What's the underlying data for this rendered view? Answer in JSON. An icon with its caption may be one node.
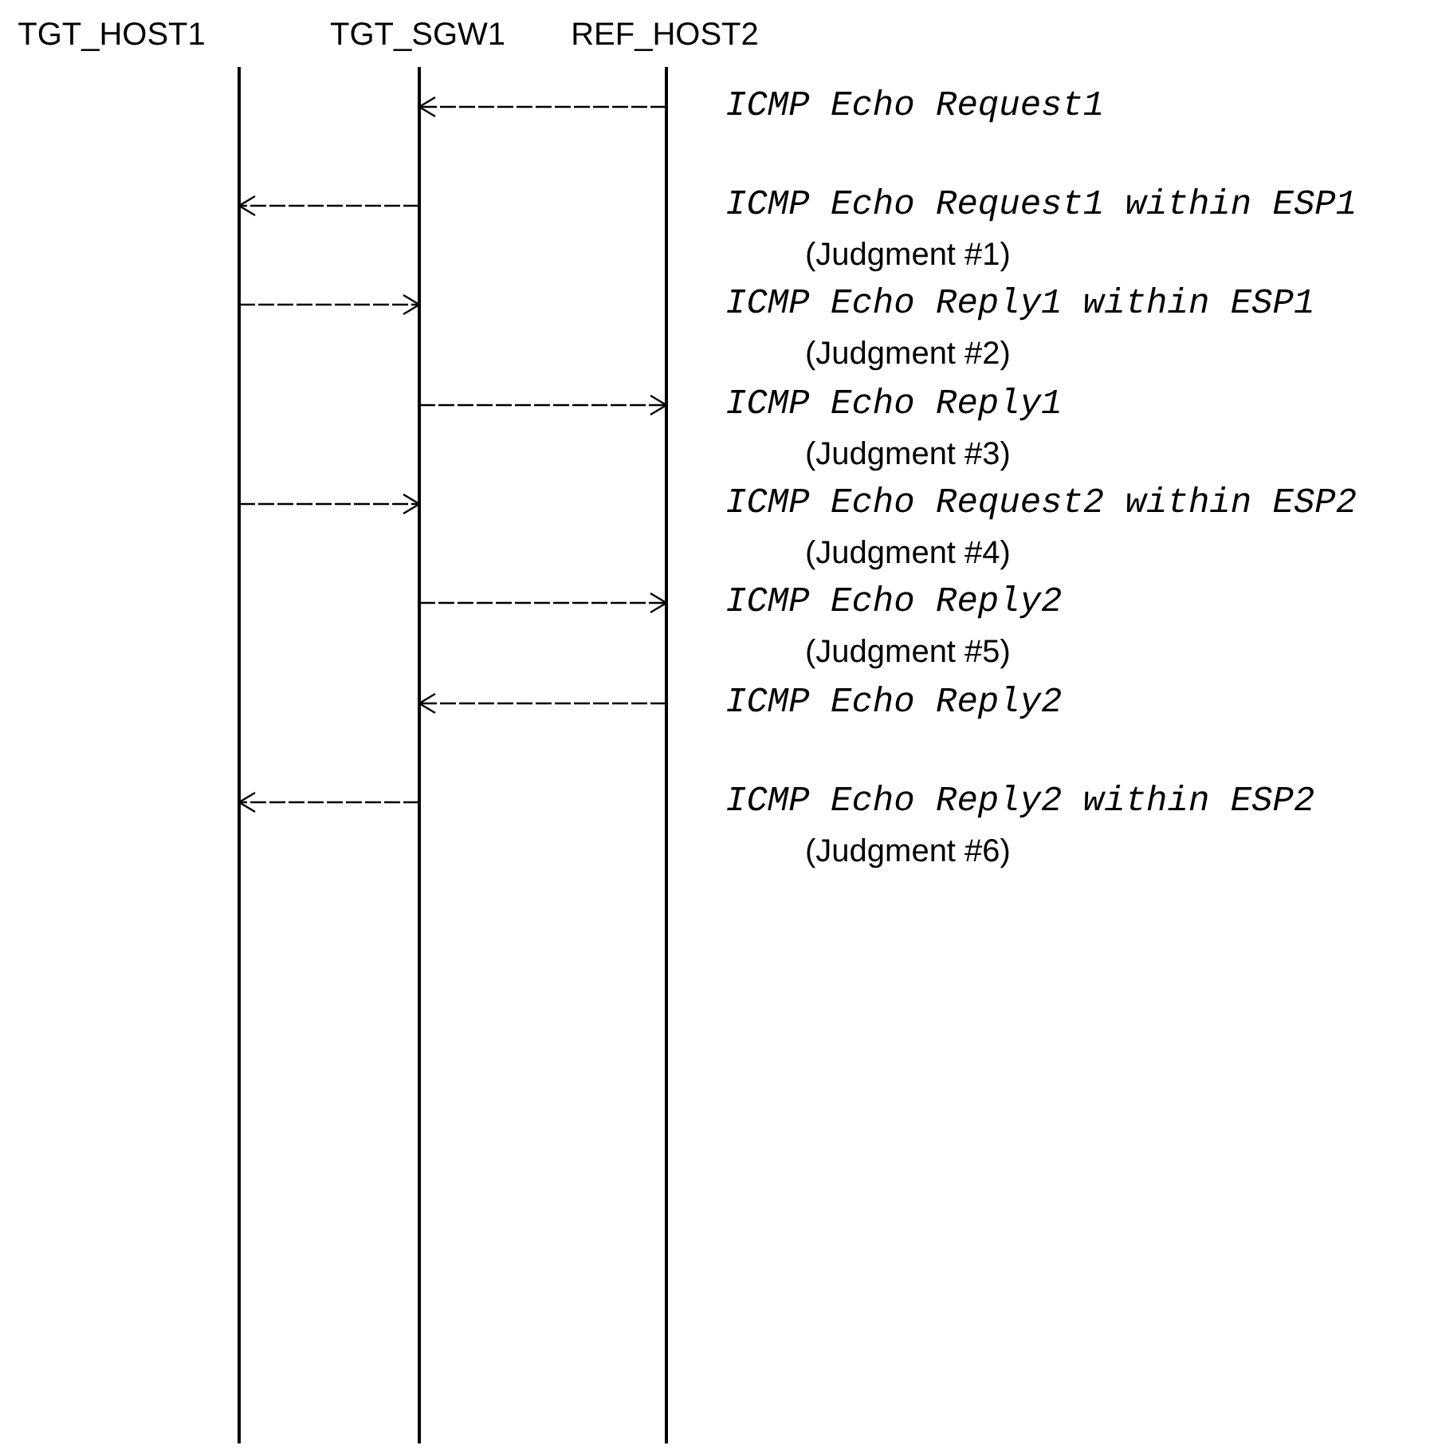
{
  "diagram": {
    "nodes": [
      {
        "text": [
          "TGT_HOST1"
        ]
      },
      {
        "text": [
          "TGT_SGW1"
        ]
      },
      {
        "text": [
          "REF_HOST2"
        ]
      }
    ],
    "edges": [
      {
        "from": 2,
        "to": 1,
        "arrow": "to"
      },
      {
        "from": 1,
        "to": 0,
        "arrow": "to"
      },
      {
        "from": 0,
        "to": 1,
        "arrow": "to"
      },
      {
        "from": 1,
        "to": 2,
        "arrow": "to"
      },
      {
        "from": 0,
        "to": 1,
        "arrow": "to"
      },
      {
        "from": 1,
        "to": 2,
        "arrow": "to"
      },
      {
        "from": 2,
        "to": 1,
        "arrow": "to"
      },
      {
        "from": 1,
        "to": 0,
        "arrow": "to"
      }
    ],
    "labels": [
      "ICMP Echo Request1",
      "ICMP Echo Request1 within ESP1",
      "(Judgment #1)",
      "ICMP Echo Reply1 within ESP1",
      "(Judgment #2)",
      "ICMP Echo Reply1",
      "(Judgment #3)",
      "ICMP Echo Request2 within ESP2",
      "(Judgment #4)",
      "ICMP Echo Reply2",
      "(Judgment #5)",
      "ICMP Echo Reply2",
      "ICMP Echo Reply2 within ESP2",
      "(Judgment #6)"
    ]
  }
}
